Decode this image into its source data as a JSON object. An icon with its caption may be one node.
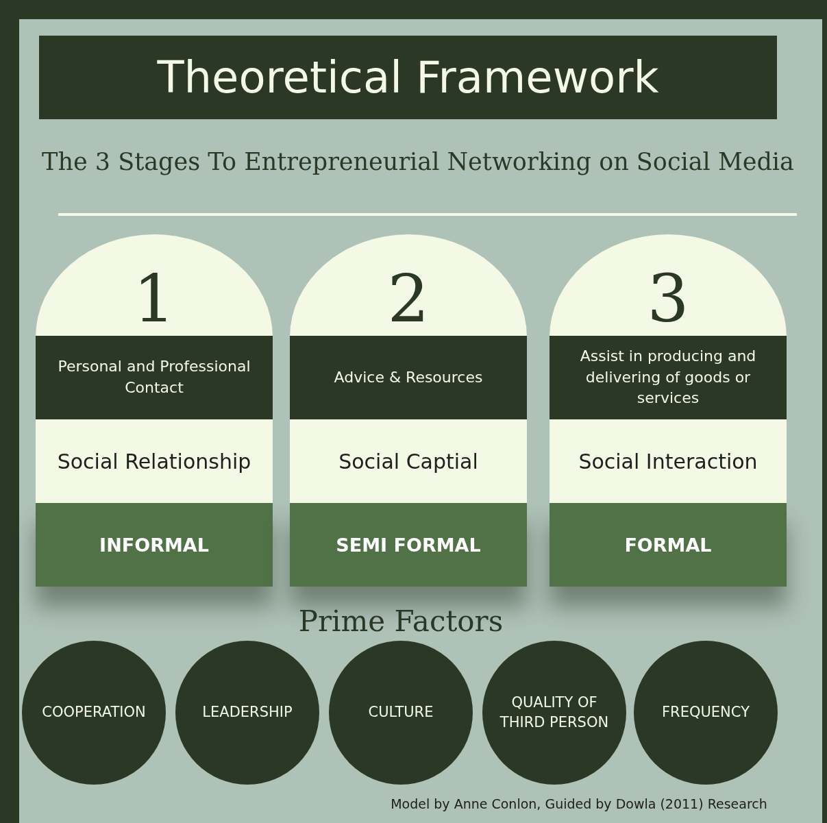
{
  "diagram": {
    "title": "Theoretical Framework",
    "caption": "Model by Anne Conlon, Guided by Dowla (2011) Research",
    "nodes": [
      {
        "text": [
          "1"
        ]
      },
      {
        "text": [
          "Personal and Professional Contact"
        ]
      },
      {
        "text": [
          "Social Relationship"
        ]
      },
      {
        "text": [
          "INFORMAL"
        ]
      },
      {
        "text": [
          "2"
        ]
      },
      {
        "text": [
          "Advice & Resources"
        ]
      },
      {
        "text": [
          "Social Captial"
        ]
      },
      {
        "text": [
          "SEMI FORMAL"
        ]
      },
      {
        "text": [
          "3"
        ]
      },
      {
        "text": [
          "Assist in producing and delivering of goods or services"
        ]
      },
      {
        "text": [
          "Social Interaction"
        ]
      },
      {
        "text": [
          "FORMAL"
        ]
      },
      {
        "text": [
          "COOPERATION"
        ]
      },
      {
        "text": [
          "LEADERSHIP"
        ]
      },
      {
        "text": [
          "CULTURE"
        ]
      },
      {
        "text": [
          "QUALITY OF THIRD PERSON"
        ]
      },
      {
        "text": [
          "FREQUENCY"
        ]
      }
    ],
    "labels": [
      "The 3 Stages To Entrepreneurial Networking on Social Media",
      "Prime Factors"
    ]
  }
}
